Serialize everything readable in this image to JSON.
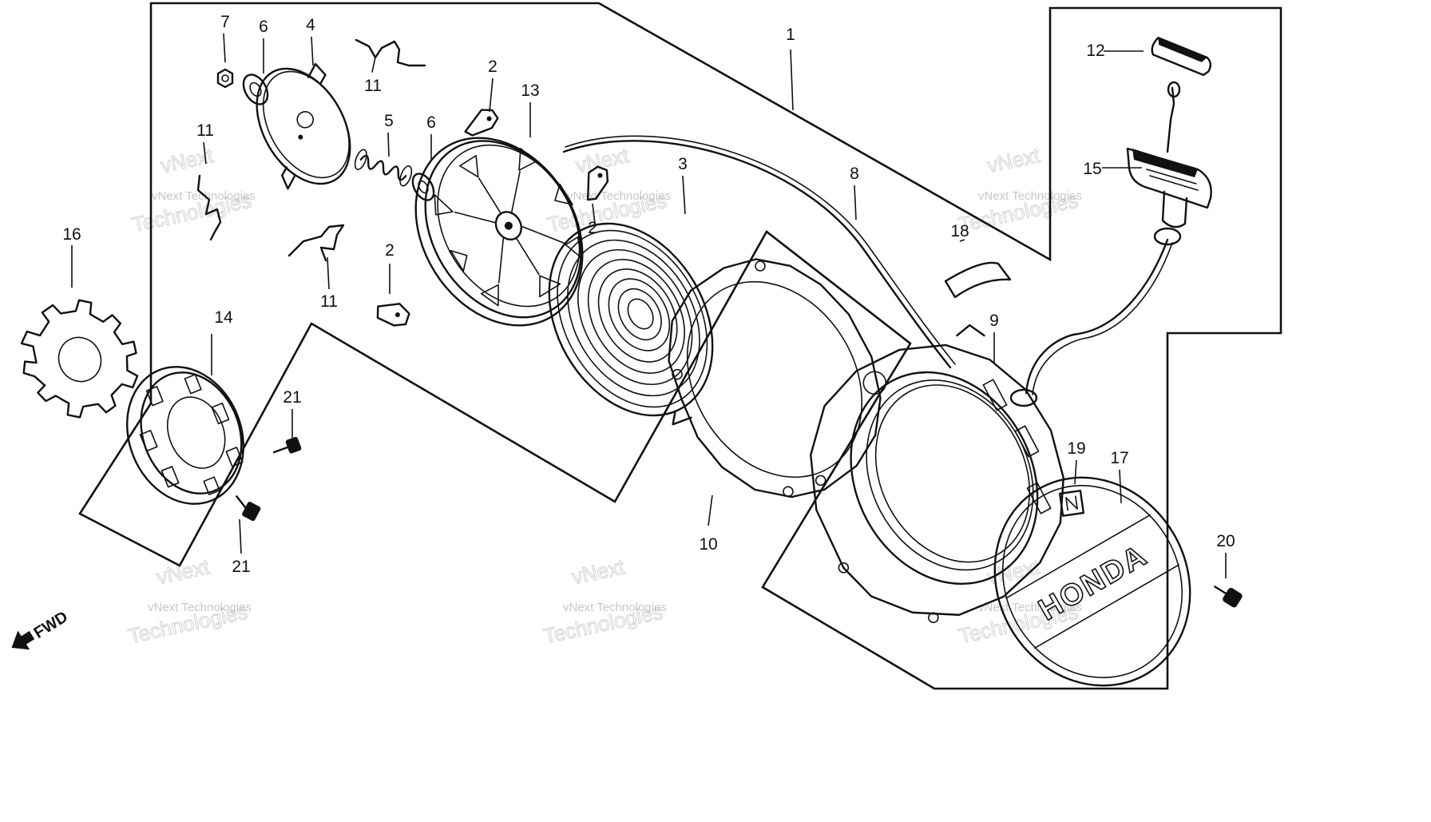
{
  "diagram": {
    "callouts": [
      "1",
      "2",
      "2",
      "2",
      "3",
      "4",
      "5",
      "6",
      "6",
      "7",
      "8",
      "9",
      "10",
      "11",
      "11",
      "11",
      "12",
      "13",
      "14",
      "15",
      "16",
      "17",
      "18",
      "19",
      "20",
      "21",
      "21"
    ],
    "cover_logo": "HONDA",
    "fwd_label": "FWD",
    "watermark": {
      "line1": "vNext Technologies",
      "line2": "vNext",
      "line3": "Technologies"
    }
  }
}
